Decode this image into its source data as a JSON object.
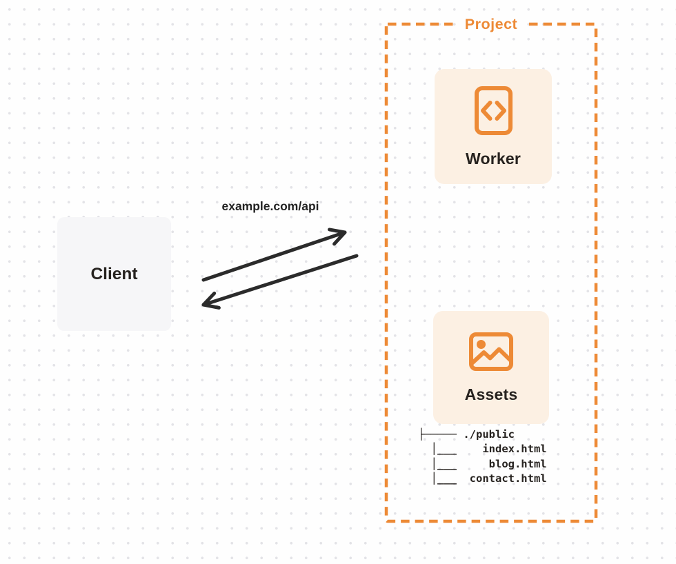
{
  "project": {
    "label": "Project"
  },
  "cards": {
    "worker": {
      "label": "Worker",
      "icon": "code-file-icon"
    },
    "assets": {
      "label": "Assets",
      "icon": "image-icon"
    }
  },
  "client": {
    "label": "Client"
  },
  "request": {
    "url_label": "example.com/api"
  },
  "file_tree": {
    "root": "./public",
    "files": [
      "index.html",
      "blog.html",
      "contact.html"
    ],
    "lines": [
      "├───── ./public",
      "  │___    index.html",
      "  │___     blog.html",
      "  │___  contact.html"
    ]
  },
  "colors": {
    "accent": "#ED8A36",
    "card_bg": "#FCF0E3",
    "client_bg": "#F6F6F8",
    "arrow": "#2B2B2B",
    "text": "#26221F",
    "dot_grid": "#E3E3E7",
    "background": "#FEFEFE"
  }
}
